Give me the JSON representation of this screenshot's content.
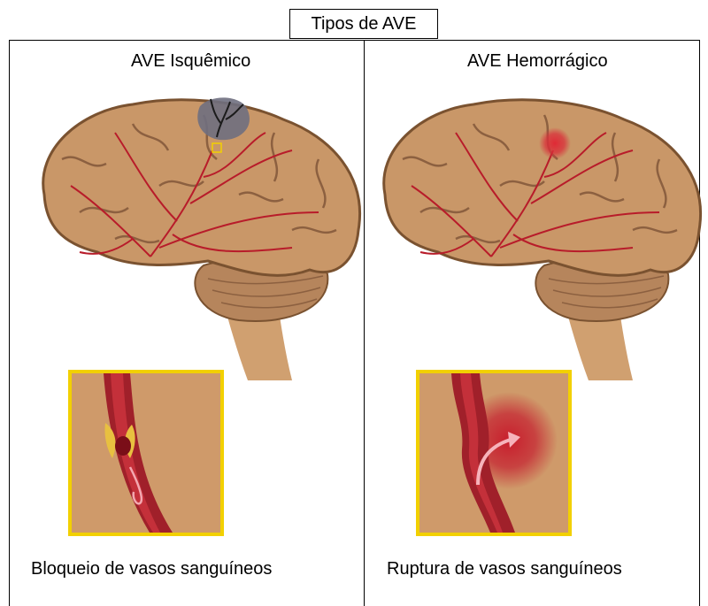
{
  "title": "Tipos de AVE",
  "panels": [
    {
      "heading": "AVE Isquêmico",
      "caption": "Bloqueio de vasos sanguíneos",
      "icon": "brain-ischemic-icon"
    },
    {
      "heading": "AVE Hemorrágico",
      "caption": "Ruptura de vasos sanguíneos",
      "icon": "brain-hemorrhagic-icon"
    }
  ],
  "colors": {
    "brain": "#c99768",
    "brain_outline": "#7a5230",
    "vessel": "#b81c2a",
    "cerebellum": "#b6855c",
    "brainstem": "#d0a070",
    "inset_frame": "#f2d000",
    "blockage": "#6f6f7f",
    "hemorrhage": "#d9303a"
  }
}
